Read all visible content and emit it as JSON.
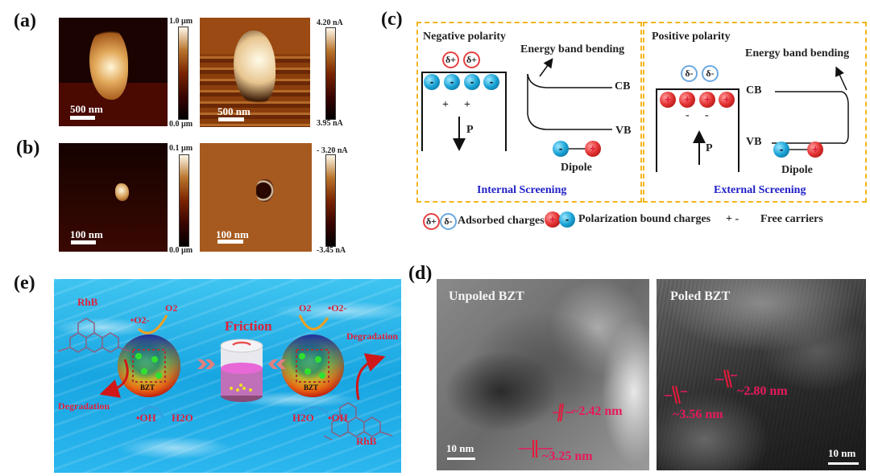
{
  "panels": {
    "a": {
      "label": "(a)",
      "height_image": {
        "scale_bar": "500 nm",
        "cbar_max": "1.0 µm",
        "cbar_min": "0.0 µm"
      },
      "current_image": {
        "scale_bar": "500 nm",
        "cbar_max": "4.20 nA",
        "cbar_min": "3.95 nA"
      }
    },
    "b": {
      "label": "(b)",
      "height_image": {
        "scale_bar": "100 nm",
        "cbar_max": "0.1 µm",
        "cbar_min": "0.0 µm"
      },
      "current_image": {
        "scale_bar": "100 nm",
        "cbar_max": "- 3.20 nA",
        "cbar_min": "-3.45 nA"
      }
    },
    "c": {
      "label": "(c)",
      "negative": {
        "title": "Negative polarity",
        "adsorbed": "δ+",
        "bound": "-",
        "free": "+",
        "p": "P",
        "band_title": "Energy band bending",
        "cb": "CB",
        "vb": "VB",
        "dipole": "Dipole",
        "dipole_neg": "-",
        "dipole_pos": "+",
        "screening": "Internal Screening"
      },
      "positive": {
        "title": "Positive polarity",
        "adsorbed": "δ-",
        "bound": "+",
        "free": "-",
        "p": "P",
        "band_title": "Energy band bending",
        "cb": "CB",
        "vb": "VB",
        "dipole": "Dipole",
        "dipole_neg": "-",
        "dipole_pos": "+",
        "screening": "External Screening"
      },
      "legend": {
        "delta_pos": "δ+",
        "delta_neg": "δ-",
        "adsorbed": "Adsorbed charges",
        "ball_pos": "+",
        "ball_neg": "-",
        "bound": "Polarization bound charges",
        "free_symbols": "+ -",
        "free": "Free carriers"
      }
    },
    "e": {
      "label": "(e)",
      "rhb": "RhB",
      "friction": "Friction",
      "bzt": "BZT",
      "degradation": "Degradation",
      "o2": "O2",
      "o2_radical": "•O2-",
      "oh_radical": "•OH",
      "h2o": "H2O"
    },
    "d": {
      "label": "(d)",
      "unpoled": {
        "title": "Unpoled BZT",
        "d1": "~2.42 nm",
        "d2": "~3.25 nm",
        "scale_bar": "10 nm"
      },
      "poled": {
        "title": "Poled BZT",
        "d1": "~2.80 nm",
        "d2": "~3.56 nm",
        "scale_bar": "10 nm"
      }
    }
  },
  "colors": {
    "box_border": "#f2b51d",
    "screening_text": "#1f1fc8",
    "annotation": "#e8195a",
    "water_label": "#e0203a"
  }
}
